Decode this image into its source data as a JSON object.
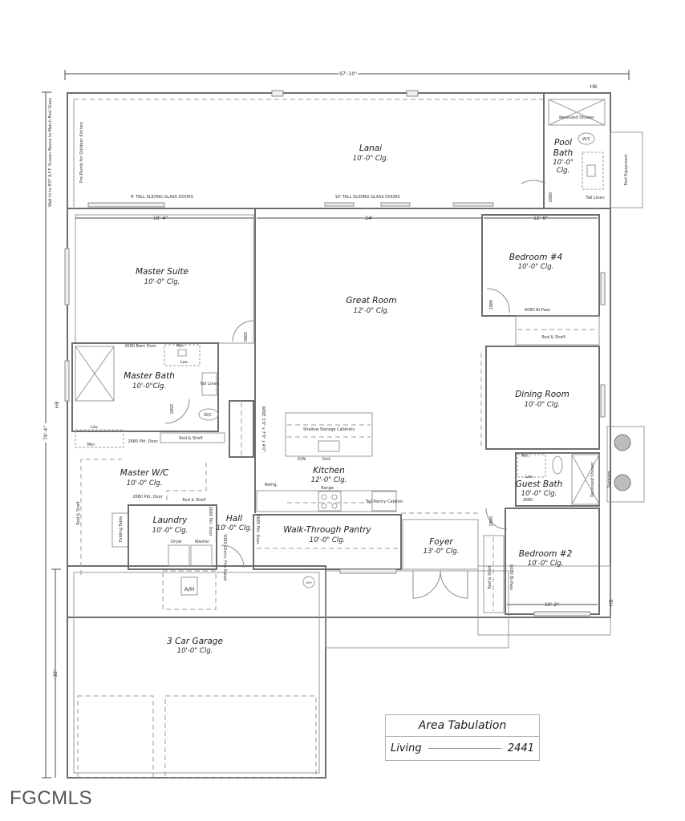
{
  "plan": {
    "overall_width_dim": "97'-10\"",
    "overall_depth_dim": "79'-4\"",
    "garage_depth_dim": "32'",
    "side_note_left": "Wall ht to 8'0\" A.F.F. Screen Above to Match Pool Glass",
    "lanai_left_note": "Pre-Plumb for Outdoor Kitchen",
    "pool_equipment": "Pool Equipment",
    "hose_bib_top": "HB",
    "hose_bib_right": "HB",
    "hose_bib_left": "HB"
  },
  "rooms": {
    "lanai": {
      "name": "Lanai",
      "ceiling": "10'-0\" Clg."
    },
    "pool_bath": {
      "name_1": "Pool",
      "name_2": "Bath",
      "ceiling_1": "10'-0\"",
      "ceiling_2": "Clg."
    },
    "master_suite": {
      "name": "Master Suite",
      "ceiling": "10'-0\" Clg."
    },
    "great_room": {
      "name": "Great Room",
      "ceiling": "12'-0\" Clg."
    },
    "bedroom4": {
      "name": "Bedroom #4",
      "ceiling": "10'-0\" Clg."
    },
    "master_bath": {
      "name": "Master Bath",
      "ceiling": "10'-0\"Clg."
    },
    "dining_room": {
      "name": "Dining Room",
      "ceiling": "10'-0\" Clg."
    },
    "master_wic": {
      "name": "Master W/C",
      "ceiling": "10'-0\" Clg."
    },
    "kitchen": {
      "name": "Kitchen",
      "ceiling": "12'-0\" Clg."
    },
    "guest_bath": {
      "name": "Guest Bath",
      "ceiling": "10'-0\" Clg."
    },
    "laundry": {
      "name": "Laundry",
      "ceiling": "10'-0\" Clg."
    },
    "hall": {
      "name": "Hall",
      "ceiling": "10'-0\" Clg."
    },
    "pantry": {
      "name": "Walk-Through Pantry",
      "ceiling": "10'-0\" Clg."
    },
    "foyer": {
      "name": "Foyer",
      "ceiling": "13'-0\" Clg."
    },
    "bedroom2": {
      "name": "Bedroom #2",
      "ceiling": "10'-0\" Clg."
    },
    "garage": {
      "name": "3 Car Garage",
      "ceiling": "10'-0\" Clg."
    }
  },
  "labels": {
    "sliding_8": "8' TALL SLIDING GLASS DOORS",
    "sliding_10": "10' TALL SLIDING GLASS DOORS",
    "dim_18_4": "18'-4\"",
    "dim_24": "24'",
    "dim_12_8": "12'-8\"",
    "dim_10_2": "10'-2\"",
    "recessed_shower": "Recessed Shower",
    "wc": "W/C",
    "lav": "Lav.",
    "mirr": "Mirr.",
    "tall_linen": "Tall Linen",
    "door_2880": "2880",
    "door_2680": "2680",
    "barn_door": "3080 Barn Door",
    "bypass_6080": "6080 Bi-Pass",
    "rod_shelf": "Rod & Shelf",
    "pkt_door": "2680 Pkt. Door",
    "shallow_storage": "Shallow Storage Cabinets",
    "dw": "D/W",
    "sink": "Sink",
    "refrig": "Refrig.",
    "range": "Range",
    "tall_pantry": "Tall Pantry Cabinet",
    "dryer": "Dryer",
    "washer": "Washer",
    "ah": "A/H",
    "wine": "WINE 3'0\" x 7'0\" x 4'0\"",
    "water_heater": "W/H",
    "transom": "Transom",
    "fire_door": "3080 20min. Fire Rated",
    "folding_table": "Folding Table"
  },
  "area_tabulation": {
    "title": "Area Tabulation",
    "rows": [
      {
        "label": "Living",
        "value": "2441"
      }
    ]
  },
  "watermark": "FGCMLS"
}
